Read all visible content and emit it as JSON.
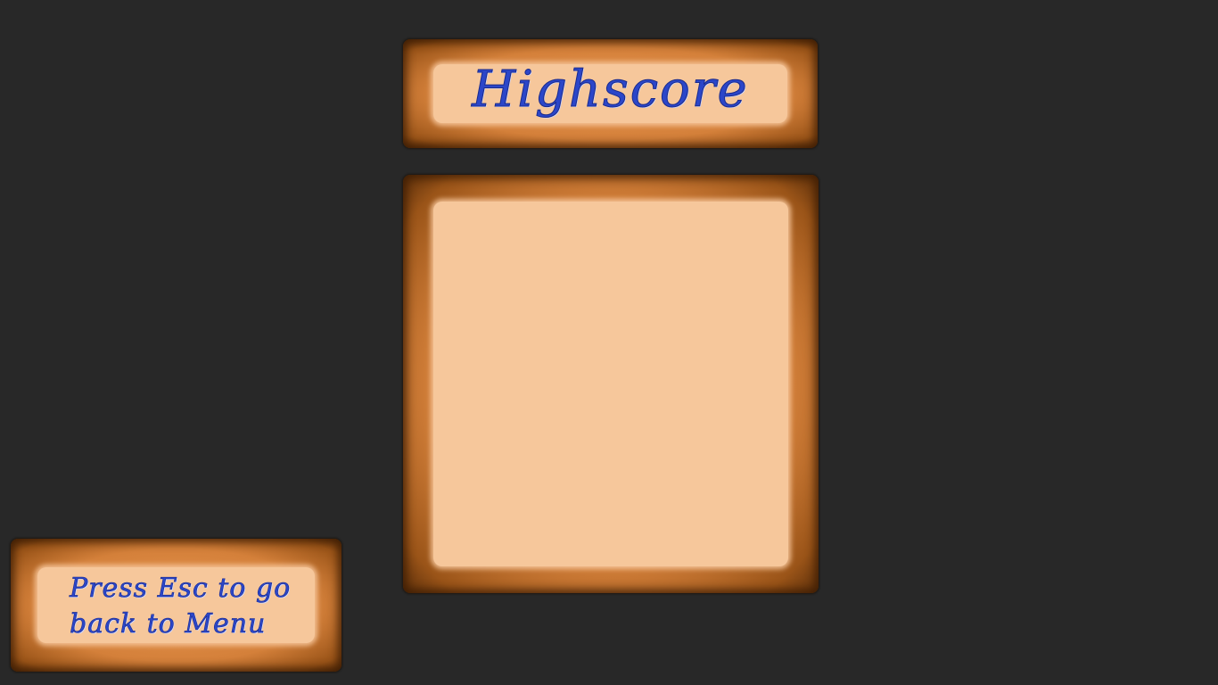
{
  "screen": {
    "background_color": "#282828",
    "panel_color": "#d4803a",
    "panel_inner_color": "#f6c79b",
    "text_color": "#2b46c9"
  },
  "title_panel": {
    "title": "Highscore"
  },
  "scores_panel": {
    "entries": []
  },
  "hint_panel": {
    "line1": "Press Esc to go",
    "line2": "back to Menu"
  }
}
